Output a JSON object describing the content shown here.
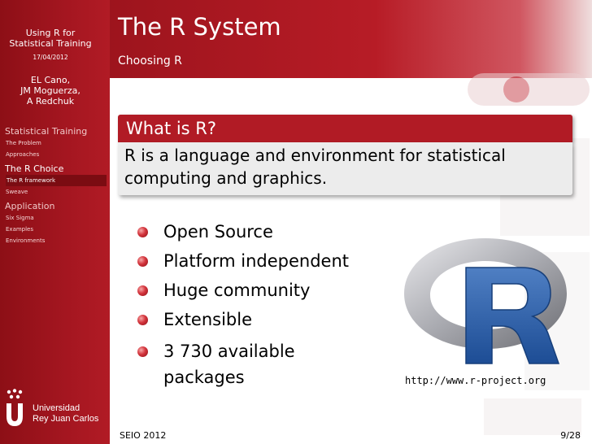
{
  "sidebar": {
    "title_line1": "Using R for",
    "title_line2": "Statistical Training",
    "date": "17/04/2012",
    "authors": [
      "EL Cano,",
      "JM Moguerza,",
      "A Redchuk"
    ],
    "nav": [
      {
        "label": "Statistical Training",
        "subs": [
          "The Problem",
          "Approaches"
        ]
      },
      {
        "label": "The R Choice",
        "subs": [
          "The R framework",
          "Sweave"
        ]
      },
      {
        "label": "Application",
        "subs": [
          "Six Sigma",
          "Examples",
          "Environments"
        ]
      }
    ],
    "university_line1": "Universidad",
    "university_line2": "Rey Juan Carlos"
  },
  "frame": {
    "title": "The R System",
    "subtitle": "Choosing R"
  },
  "block": {
    "title": "What is R?",
    "body": "R is a language and environment for statistical computing and graphics."
  },
  "features": [
    {
      "text": "Open Source"
    },
    {
      "text": "Platform independent"
    },
    {
      "text": "Huge community"
    },
    {
      "text": "Extensible"
    },
    {
      "line1": "3 730 available",
      "line2": "packages"
    }
  ],
  "r_logo": {
    "url": "http://www.r-project.org"
  },
  "footer": {
    "event": "SEIO 2012",
    "page": "9/28"
  },
  "colors": {
    "accent": "#b11b25",
    "sidebar_dark": "#8d0f16",
    "block_body": "#ececec"
  },
  "icons": [
    "university-logo",
    "r-logo",
    "bullet-ball"
  ]
}
